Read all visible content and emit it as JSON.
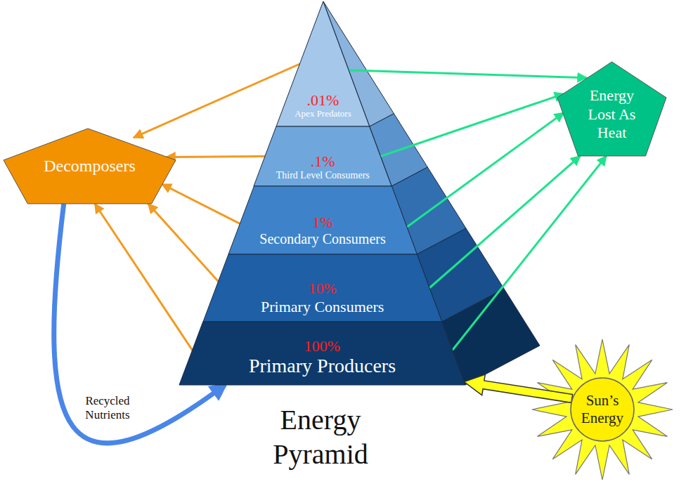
{
  "diagram": {
    "title": "Energy Pyramid",
    "nodes": [
      {
        "text": [
          ".01%",
          "Apex Predators"
        ]
      },
      {
        "text": [
          ".1%",
          "Third Level Consumers"
        ]
      },
      {
        "text": [
          "1%",
          "Secondary Consumers"
        ]
      },
      {
        "text": [
          "10%",
          "Primary Consumers"
        ]
      },
      {
        "text": [
          "100%",
          "Primary Producers"
        ]
      },
      {
        "text": [
          "Decomposers"
        ]
      },
      {
        "text": [
          "Energy Lost As Heat"
        ]
      },
      {
        "text": [
          "Sun’s Energy"
        ]
      }
    ],
    "edges": [
      {
        "from": 0,
        "to": 5,
        "arrow": "to"
      },
      {
        "from": 1,
        "to": 5,
        "arrow": "to"
      },
      {
        "from": 2,
        "to": 5,
        "arrow": "to"
      },
      {
        "from": 3,
        "to": 5,
        "arrow": "to"
      },
      {
        "from": 4,
        "to": 5,
        "arrow": "to"
      },
      {
        "from": 0,
        "to": 6,
        "arrow": "to"
      },
      {
        "from": 1,
        "to": 6,
        "arrow": "to"
      },
      {
        "from": 2,
        "to": 6,
        "arrow": "to"
      },
      {
        "from": 3,
        "to": 6,
        "arrow": "to"
      },
      {
        "from": 4,
        "to": 6,
        "arrow": "to"
      },
      {
        "from": 5,
        "to": 4,
        "label": "Recycled Nutrients",
        "arrow": "to"
      },
      {
        "from": 7,
        "to": 4,
        "arrow": "to"
      }
    ]
  }
}
